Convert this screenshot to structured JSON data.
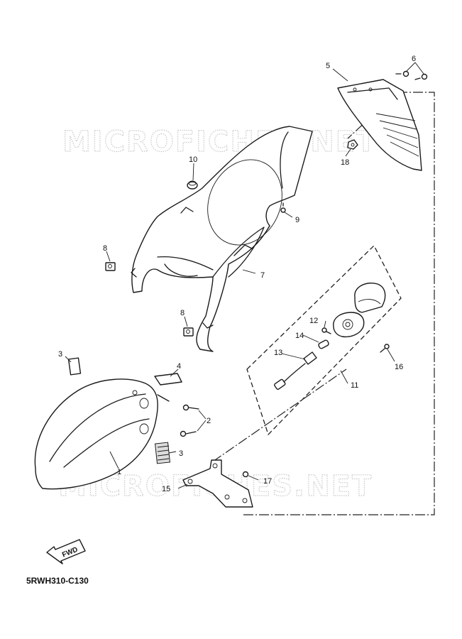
{
  "diagram_code": "5RWH310-C130",
  "watermark_text": "MICROFICHES.NET",
  "fwd_label": "FWD",
  "callouts": {
    "c1": "1",
    "c2": "2",
    "c3a": "3",
    "c3b": "3",
    "c4": "4",
    "c5": "5",
    "c6": "6",
    "c7": "7",
    "c8a": "8",
    "c8b": "8",
    "c9": "9",
    "c10": "10",
    "c11": "11",
    "c12": "12",
    "c13": "13",
    "c14": "14",
    "c15": "15",
    "c16": "16",
    "c17": "17",
    "c18": "18"
  }
}
